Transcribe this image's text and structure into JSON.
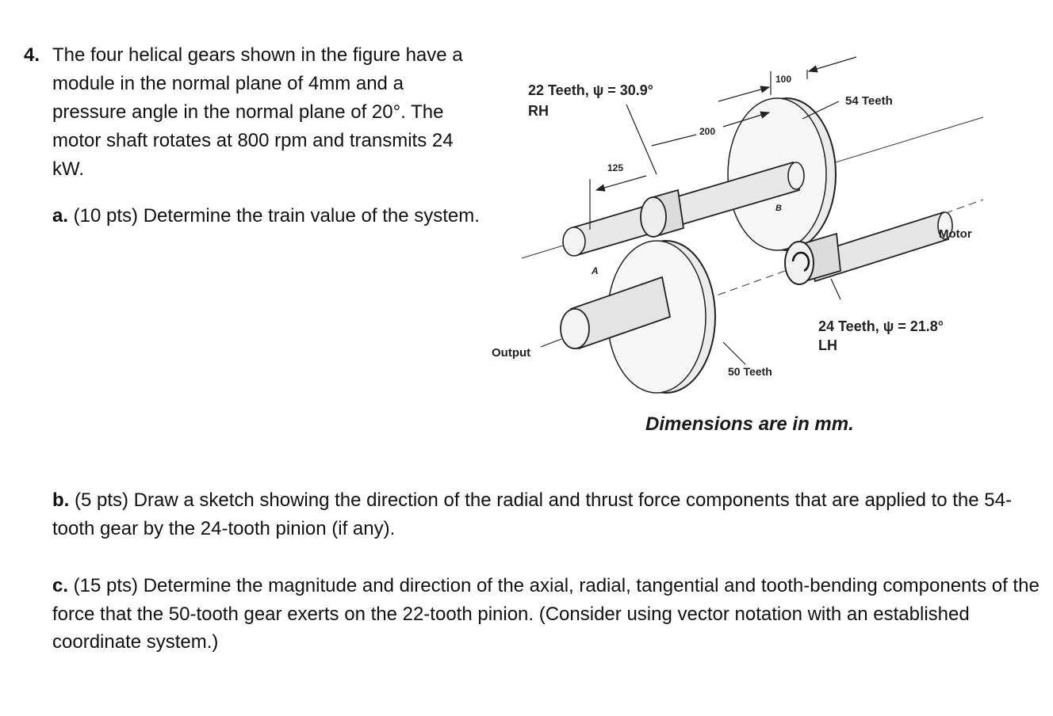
{
  "problem": {
    "number": "4.",
    "statement": "The four helical gears shown in the figure have a module in the normal plane of 4mm and a pressure angle in the normal plane of 20°. The motor shaft rotates at 800 rpm and transmits 24 kW."
  },
  "parts": {
    "a": {
      "label": "a.",
      "text": " (10 pts) Determine the train value of the system."
    },
    "b": {
      "label": "b.",
      "text": " (5 pts) Draw a sketch showing the direction of the radial and thrust force components that are applied to the 54-tooth gear by the 24-tooth pinion (if any)."
    },
    "c": {
      "label": "c.",
      "text": " (15 pts) Determine the magnitude and direction of the axial, radial, tangential and tooth-bending components of the force that the 50-tooth gear exerts on the 22-tooth pinion.  (Consider using vector notation with an established coordinate system.)"
    }
  },
  "figure": {
    "label_22_teeth": "22 Teeth, ψ = 30.9°",
    "label_rh": "RH",
    "label_54_teeth": "54 Teeth",
    "label_motor": "Motor",
    "label_24_teeth": "24 Teeth, ψ = 21.8°",
    "label_lh": "LH",
    "label_output": "Output",
    "label_50_teeth": "50 Teeth",
    "dim_100": "100",
    "dim_200": "200",
    "dim_125": "125",
    "point_a": "A",
    "point_b": "B",
    "caption": "Dimensions are in mm."
  }
}
